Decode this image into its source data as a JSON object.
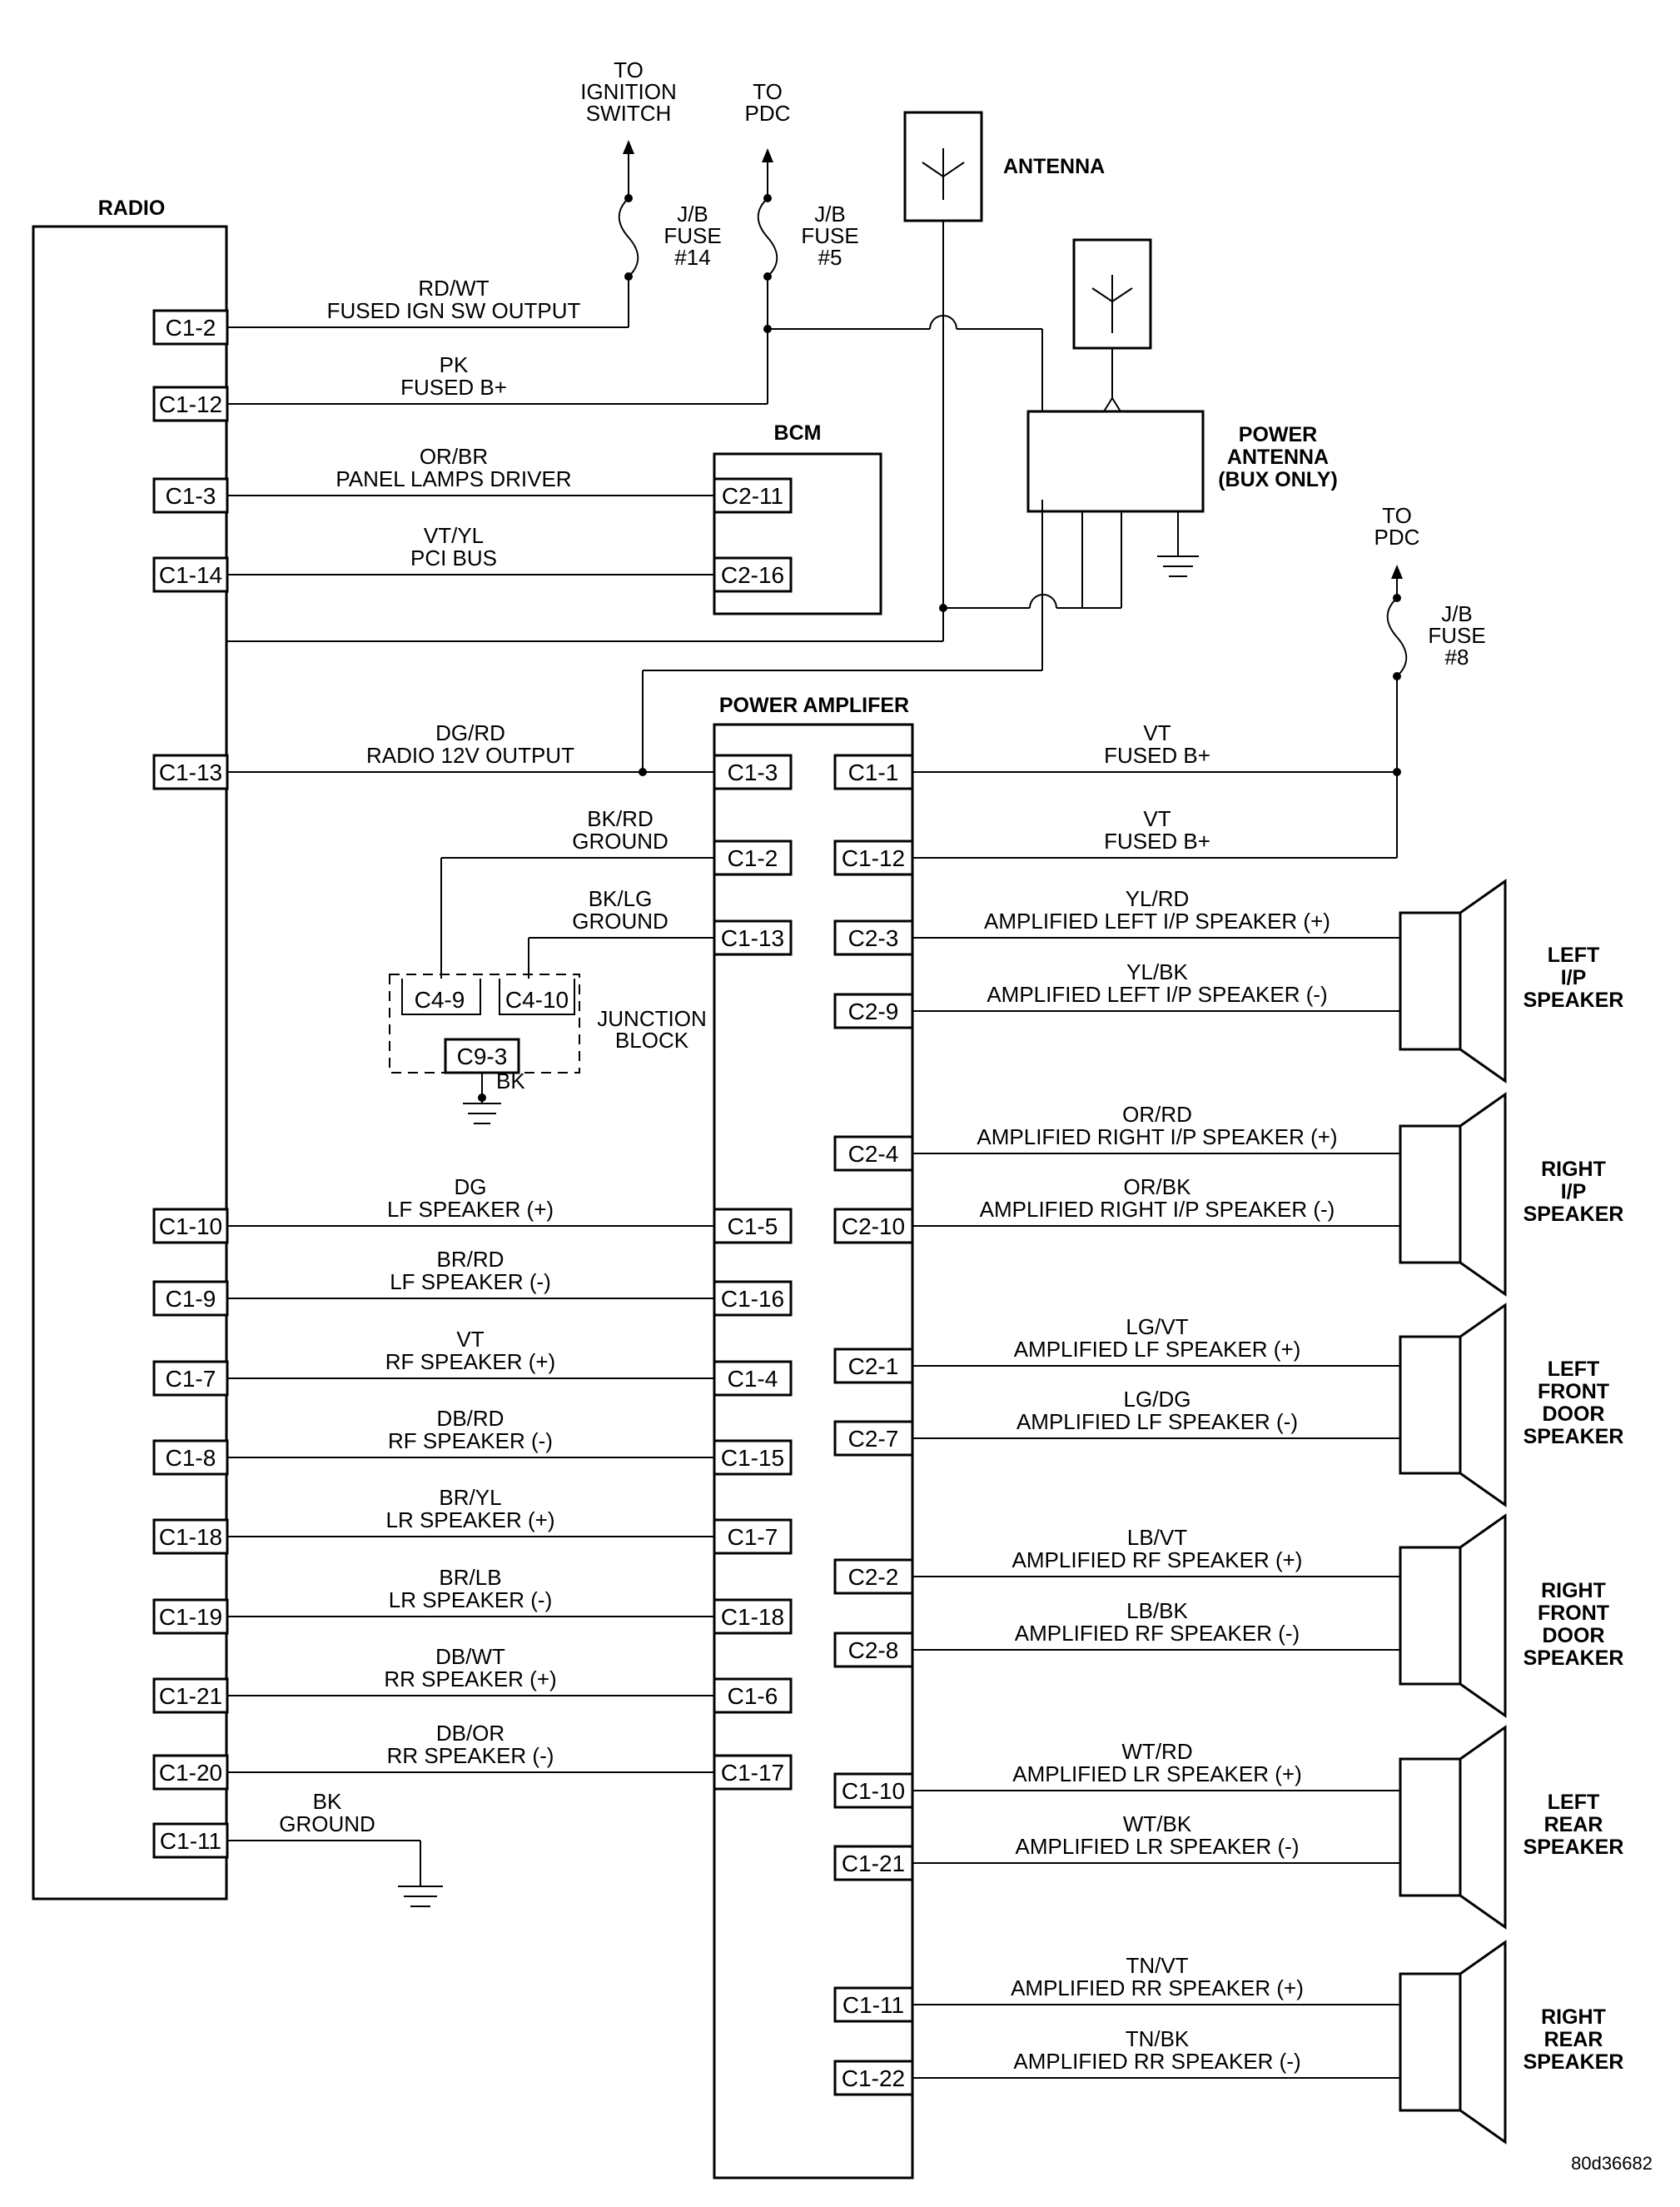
{
  "modules": {
    "radio": "RADIO",
    "bcm": "BCM",
    "power_amplifier": "POWER AMPLIFER",
    "antenna": "ANTENNA",
    "power_antenna": [
      "POWER",
      "ANTENNA",
      "(BUX ONLY)"
    ],
    "junction_block": [
      "JUNCTION",
      "BLOCK"
    ]
  },
  "feeds": {
    "ignition": [
      "TO",
      "IGNITION",
      "SWITCH"
    ],
    "pdc_top": [
      "TO",
      "PDC"
    ],
    "pdc_right": [
      "TO",
      "PDC"
    ],
    "fuse14": [
      "J/B",
      "FUSE",
      "#14"
    ],
    "fuse5": [
      "J/B",
      "FUSE",
      "#5"
    ],
    "fuse8": [
      "J/B",
      "FUSE",
      "#8"
    ]
  },
  "radio_pins": {
    "c1_2": "C1-2",
    "c1_12": "C1-12",
    "c1_3": "C1-3",
    "c1_14": "C1-14",
    "c1_13": "C1-13",
    "c1_10": "C1-10",
    "c1_9": "C1-9",
    "c1_7": "C1-7",
    "c1_8": "C1-8",
    "c1_18": "C1-18",
    "c1_19": "C1-19",
    "c1_21": "C1-21",
    "c1_20": "C1-20",
    "c1_11": "C1-11"
  },
  "bcm_pins": {
    "c2_11": "C2-11",
    "c2_16": "C2-16"
  },
  "amp_left_pins": {
    "c1_3": "C1-3",
    "c1_2": "C1-2",
    "c1_13": "C1-13",
    "c1_5": "C1-5",
    "c1_16": "C1-16",
    "c1_4": "C1-4",
    "c1_15": "C1-15",
    "c1_7": "C1-7",
    "c1_18": "C1-18",
    "c1_6": "C1-6",
    "c1_17": "C1-17"
  },
  "amp_right_pins": {
    "c1_1": "C1-1",
    "c1_12": "C1-12",
    "c2_3": "C2-3",
    "c2_9": "C2-9",
    "c2_4": "C2-4",
    "c2_10": "C2-10",
    "c2_1": "C2-1",
    "c2_7": "C2-7",
    "c2_2": "C2-2",
    "c2_8": "C2-8",
    "c1_10": "C1-10",
    "c1_21": "C1-21",
    "c1_11": "C1-11",
    "c1_22": "C1-22"
  },
  "junction_pins": {
    "c4_9": "C4-9",
    "c4_10": "C4-10",
    "c9_3": "C9-3"
  },
  "wires": {
    "ign_out": [
      "RD/WT",
      "FUSED IGN SW OUTPUT"
    ],
    "fused_b": [
      "PK",
      "FUSED B+"
    ],
    "panel_lamps": [
      "OR/BR",
      "PANEL LAMPS DRIVER"
    ],
    "pci_bus": [
      "VT/YL",
      "PCI BUS"
    ],
    "radio_12v": [
      "DG/RD",
      "RADIO 12V OUTPUT"
    ],
    "gnd_rd": [
      "BK/RD",
      "GROUND"
    ],
    "gnd_lg": [
      "BK/LG",
      "GROUND"
    ],
    "jb_bk": "BK",
    "lf_pos": [
      "DG",
      "LF SPEAKER (+)"
    ],
    "lf_neg": [
      "BR/RD",
      "LF SPEAKER (-)"
    ],
    "rf_pos": [
      "VT",
      "RF SPEAKER (+)"
    ],
    "rf_neg": [
      "DB/RD",
      "RF SPEAKER (-)"
    ],
    "lr_pos": [
      "BR/YL",
      "LR SPEAKER (+)"
    ],
    "lr_neg": [
      "BR/LB",
      "LR SPEAKER (-)"
    ],
    "rr_pos": [
      "DB/WT",
      "RR SPEAKER (+)"
    ],
    "rr_neg": [
      "DB/OR",
      "RR SPEAKER (-)"
    ],
    "radio_gnd": [
      "BK",
      "GROUND"
    ],
    "amp_b1": [
      "VT",
      "FUSED B+"
    ],
    "amp_b2": [
      "VT",
      "FUSED B+"
    ],
    "alip_pos": [
      "YL/RD",
      "AMPLIFIED LEFT I/P SPEAKER (+)"
    ],
    "alip_neg": [
      "YL/BK",
      "AMPLIFIED LEFT I/P SPEAKER (-)"
    ],
    "arip_pos": [
      "OR/RD",
      "AMPLIFIED RIGHT I/P SPEAKER (+)"
    ],
    "arip_neg": [
      "OR/BK",
      "AMPLIFIED RIGHT I/P SPEAKER (-)"
    ],
    "alf_pos": [
      "LG/VT",
      "AMPLIFIED LF SPEAKER (+)"
    ],
    "alf_neg": [
      "LG/DG",
      "AMPLIFIED LF SPEAKER (-)"
    ],
    "arf_pos": [
      "LB/VT",
      "AMPLIFIED RF SPEAKER (+)"
    ],
    "arf_neg": [
      "LB/BK",
      "AMPLIFIED RF SPEAKER (-)"
    ],
    "alr_pos": [
      "WT/RD",
      "AMPLIFIED LR SPEAKER (+)"
    ],
    "alr_neg": [
      "WT/BK",
      "AMPLIFIED LR SPEAKER (-)"
    ],
    "arr_pos": [
      "TN/VT",
      "AMPLIFIED RR SPEAKER (+)"
    ],
    "arr_neg": [
      "TN/BK",
      "AMPLIFIED RR SPEAKER (-)"
    ]
  },
  "speakers": {
    "left_ip": [
      "LEFT",
      "I/P",
      "SPEAKER"
    ],
    "right_ip": [
      "RIGHT",
      "I/P",
      "SPEAKER"
    ],
    "left_front_door": [
      "LEFT",
      "FRONT",
      "DOOR",
      "SPEAKER"
    ],
    "right_front_door": [
      "RIGHT",
      "FRONT",
      "DOOR",
      "SPEAKER"
    ],
    "left_rear": [
      "LEFT",
      "REAR",
      "SPEAKER"
    ],
    "right_rear": [
      "RIGHT",
      "REAR",
      "SPEAKER"
    ]
  },
  "figure_id": "80d36682"
}
